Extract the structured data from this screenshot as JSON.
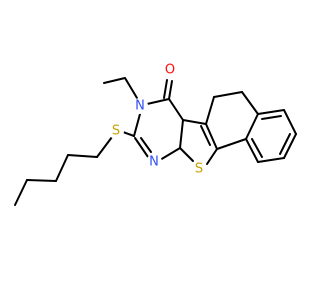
{
  "molecule": {
    "colors": {
      "bond": "#000000",
      "oxygen": "#ff0d0d",
      "nitrogen": "#3050f8",
      "sulfur": "#c8a200",
      "background": "#ffffff"
    },
    "atoms": {
      "oxygen": "O",
      "nitrogen_imide": "N",
      "nitrogen_ring": "N",
      "sulfur_thioether": "S",
      "sulfur_thiophene": "S"
    }
  }
}
